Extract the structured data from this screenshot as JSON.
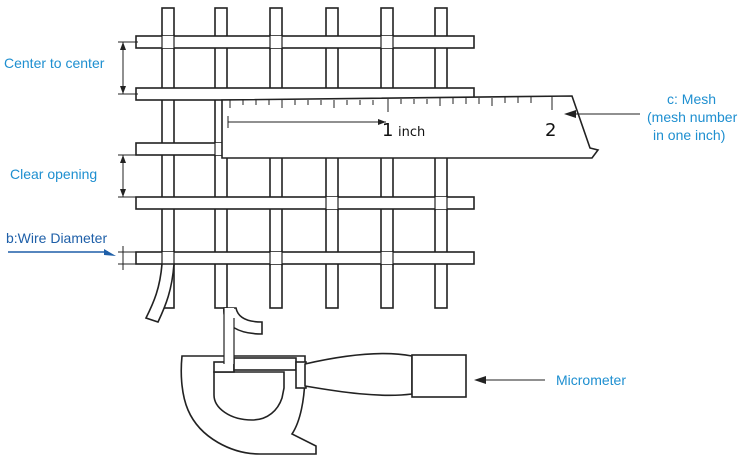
{
  "labels": {
    "center_to_center": "Center to center",
    "clear_opening": "Clear opening",
    "wire_diameter": "b:Wire Diameter",
    "mesh_line1": "c: Mesh",
    "mesh_line2": "(mesh number",
    "mesh_line3": "in one inch)",
    "micrometer": "Micrometer"
  },
  "ruler": {
    "mark_1": "1",
    "mark_1_unit": "inch",
    "mark_2": "2"
  },
  "colors": {
    "label_text": "#1e8fd0",
    "wire_diameter_text": "#1e5fa8",
    "line_ink": "#222222"
  }
}
